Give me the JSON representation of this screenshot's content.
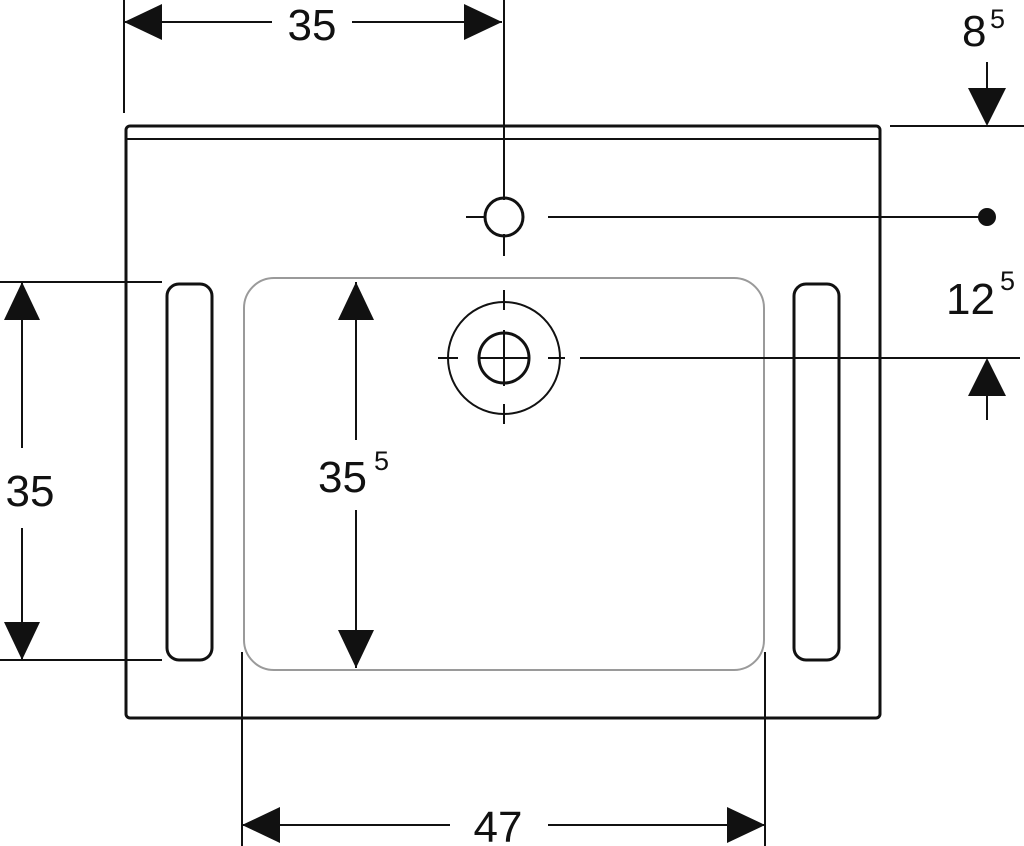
{
  "dimensions": {
    "tap_hole_from_left": {
      "value": "35",
      "sup": ""
    },
    "top_offset": {
      "value": "8",
      "sup": "5"
    },
    "tap_to_drain": {
      "value": "12",
      "sup": "5"
    },
    "grab_rail_length": {
      "value": "35",
      "sup": ""
    },
    "bowl_depth": {
      "value": "35",
      "sup": "5"
    },
    "bowl_width": {
      "value": "47",
      "sup": ""
    }
  },
  "colors": {
    "line": "#111111",
    "bowl_outline": "#9a9a9a",
    "background": "#ffffff"
  }
}
